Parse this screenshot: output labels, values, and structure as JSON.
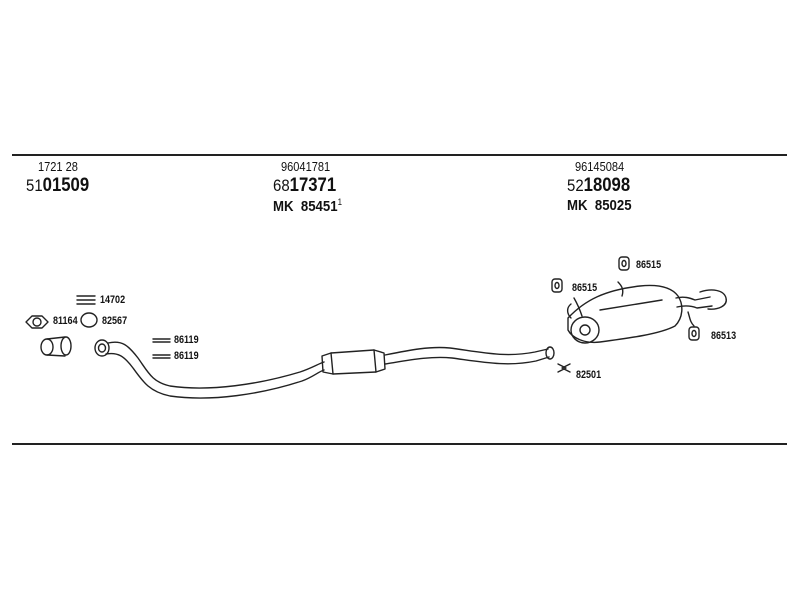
{
  "header_columns": [
    {
      "oe_number": "1721 28",
      "part_prefix": "51",
      "part_main": "01509",
      "mk_prefix": "",
      "mk_number": "",
      "mk_note": ""
    },
    {
      "oe_number": "96041781",
      "part_prefix": "68",
      "part_main": "17371",
      "mk_prefix": "MK",
      "mk_number": "85451",
      "mk_note": "1"
    },
    {
      "oe_number": "96145084",
      "part_prefix": "52",
      "part_main": "18098",
      "mk_prefix": "MK",
      "mk_number": "85025",
      "mk_note": ""
    }
  ],
  "part_labels": {
    "clamp_top": "14702",
    "gasket": "81164",
    "ring": "82567",
    "bolt_upper": "86119",
    "bolt_lower": "86119",
    "hanger_left": "86515",
    "hanger_top": "86515",
    "hanger_right": "86513",
    "clamp_bottom": "82501"
  }
}
